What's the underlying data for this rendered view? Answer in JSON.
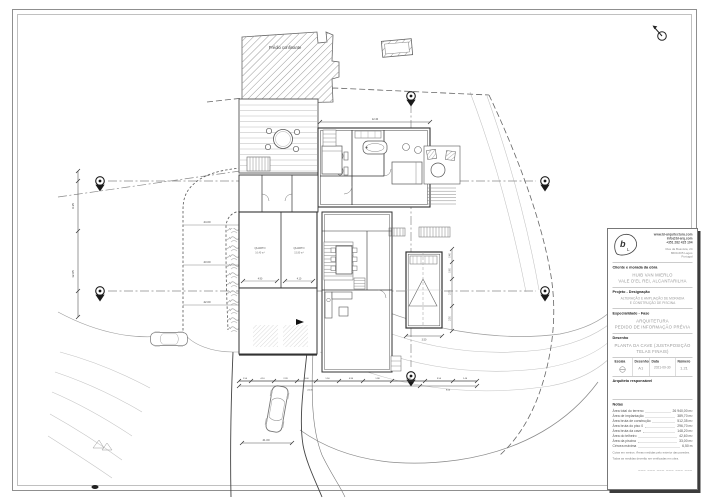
{
  "sheet": {
    "bg": "#ffffff",
    "line": "#8f8f8f"
  },
  "plan": {
    "neighbor_label": "Prédio confinante",
    "rooms": [
      {
        "name": "QUARTO",
        "area": "16,40 m²"
      },
      {
        "name": "QUARTO",
        "area": "15,80 m²"
      }
    ],
    "room_dims": [
      "4.90",
      "4.10"
    ],
    "levels": [
      "44.00",
      "43.00",
      "42.00",
      "41.00"
    ],
    "dims_bottom": [
      "1.50",
      "4.10",
      "2.28",
      "3.00",
      "1.50",
      "4.90",
      "1.98",
      "5.08",
      "3.50",
      "1.46"
    ],
    "dims_totals": [
      "24.45",
      "9.60"
    ],
    "dims_left": [
      "9.35",
      "12.05"
    ],
    "dims_pool": [
      "0.40",
      "0.60",
      "2.70",
      "2.50"
    ],
    "dim_pool_width": "3.50",
    "dim_house_top": "12.40"
  },
  "titleblock": {
    "brand": {
      "logo_b": "b",
      "logo_l": "L",
      "website": "www.bl-arquitectura.com",
      "email": "info@bl-arq.com",
      "phone": "+351 282 415 104",
      "addr1": "Rua da Boavista, 24",
      "addr2": "8600-605 Lagos",
      "addr3": "Portugal"
    },
    "client": {
      "label": "Cliente e morada da obra",
      "name": "HUIB VAN MIERLO",
      "address": "VALE D'EL REI, ALCANTARILHA"
    },
    "project": {
      "label": "Projeto - Designação",
      "line1": "ALTERAÇÃO E AMPLIAÇÃO DE MORADIA",
      "line2": "E CONSTRUÇÃO DE PISCINA"
    },
    "phase": {
      "label": "Especialidade - Fase",
      "line1": "ARQUITETURA",
      "line2": "PEDIDO DE INFORMAÇÃO PRÉVIA"
    },
    "drawing": {
      "label": "Desenho",
      "line1": "PLANTA DA CAVE (JUSTAPOSIÇÃO",
      "line2": "TELAS FINAIS)"
    },
    "meta": {
      "headers": [
        "Escala",
        "Desenho",
        "Data",
        "Número"
      ],
      "desenho": "A1",
      "data": "2021-09-30",
      "numero": "1.21"
    },
    "architect_label": "Arquiteto responsável",
    "notes": {
      "label": "Notas",
      "rows": [
        {
          "k": "Área total do terreno",
          "v": "26 940,00 m²"
        },
        {
          "k": "Área de implantação",
          "v": "389,70 m²"
        },
        {
          "k": "Área bruta de construção",
          "v": "512,35 m²"
        },
        {
          "k": "Área bruta do piso 0",
          "v": "296,70 m²"
        },
        {
          "k": "Área bruta da cave",
          "v": "148,20 m²"
        },
        {
          "k": "Área do telheiro",
          "v": "42,60 m²"
        },
        {
          "k": "Área da piscina",
          "v": "33,00 m²"
        },
        {
          "k": "Cércea máxima",
          "v": "6,50 m"
        }
      ]
    },
    "footer": {
      "line1": "Cotas em metros. Áreas medidas pelo exterior das paredes.",
      "line2": "Todas as medidas deverão ser verificadas em obra.",
      "sign": "___  ___  ___  ___  ___  ___"
    }
  }
}
